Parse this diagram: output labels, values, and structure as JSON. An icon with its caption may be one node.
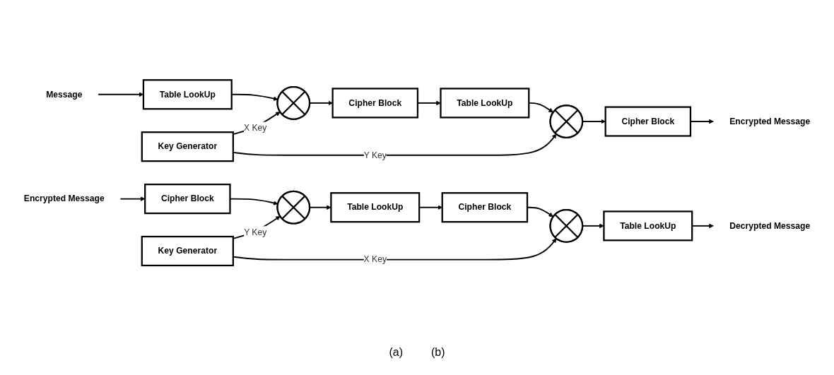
{
  "diagram": {
    "nodes": [
      {
        "text": [
          "Message"
        ]
      },
      {
        "text": [
          "Table LookUp"
        ]
      },
      {
        "text": [],
        "shape": "circle"
      },
      {
        "text": [
          "Cipher Block"
        ]
      },
      {
        "text": [
          "Table LookUp"
        ]
      },
      {
        "text": [],
        "shape": "circle"
      },
      {
        "text": [
          "Cipher Block"
        ]
      },
      {
        "text": [
          "Encrypted Message"
        ]
      },
      {
        "text": [
          "Key Generator"
        ]
      },
      {
        "text": [
          "Encrypted Message"
        ]
      },
      {
        "text": [
          "Cipher Block"
        ]
      },
      {
        "text": [],
        "shape": "circle"
      },
      {
        "text": [
          "Table LookUp"
        ]
      },
      {
        "text": [
          "Cipher Block"
        ]
      },
      {
        "text": [],
        "shape": "circle"
      },
      {
        "text": [
          "Table LookUp"
        ]
      },
      {
        "text": [
          "Decrypted Message"
        ]
      },
      {
        "text": [
          "Key Generator"
        ]
      }
    ],
    "edges": [
      {
        "from": 0,
        "to": 1,
        "arrow": "to"
      },
      {
        "from": 1,
        "to": 2,
        "arrow": "to"
      },
      {
        "from": 2,
        "to": 3,
        "arrow": "to"
      },
      {
        "from": 3,
        "to": 4,
        "arrow": "to"
      },
      {
        "from": 4,
        "to": 5,
        "arrow": "to"
      },
      {
        "from": 5,
        "to": 6,
        "arrow": "to"
      },
      {
        "from": 6,
        "to": 7,
        "arrow": "to"
      },
      {
        "from": 8,
        "to": 2,
        "arrow": "to",
        "label": "X Key"
      },
      {
        "from": 8,
        "to": 5,
        "arrow": "to",
        "label": "Y Key"
      },
      {
        "from": 9,
        "to": 10,
        "arrow": "to"
      },
      {
        "from": 10,
        "to": 11,
        "arrow": "to"
      },
      {
        "from": 11,
        "to": 12,
        "arrow": "to"
      },
      {
        "from": 12,
        "to": 13,
        "arrow": "to"
      },
      {
        "from": 13,
        "to": 14,
        "arrow": "to"
      },
      {
        "from": 14,
        "to": 15,
        "arrow": "to"
      },
      {
        "from": 15,
        "to": 16,
        "arrow": "to"
      },
      {
        "from": 17,
        "to": 11,
        "arrow": "to",
        "label": "Y Key"
      },
      {
        "from": 17,
        "to": 14,
        "arrow": "to",
        "label": "X Key"
      }
    ],
    "labels": [
      "(a)",
      "(b)"
    ]
  }
}
